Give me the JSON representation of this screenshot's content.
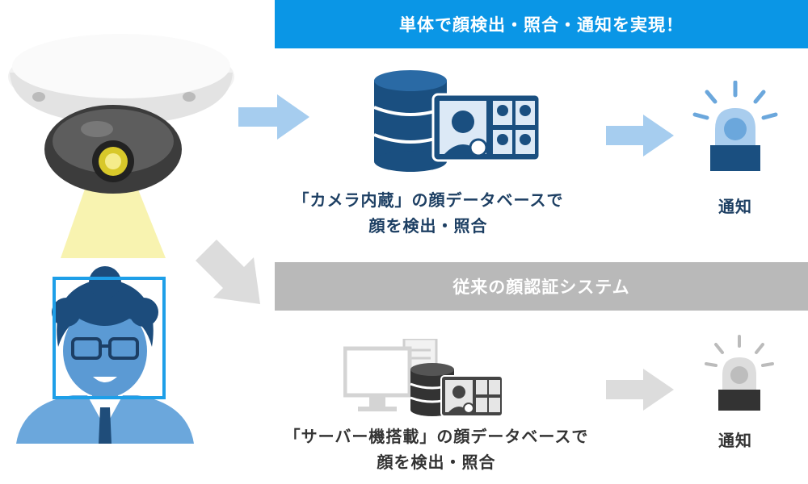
{
  "top": {
    "banner": "単体で顔検出・照合・通知を実現！",
    "caption_line1": "「カメラ内蔵」の顔データベースで",
    "caption_line2": "顔を検出・照合",
    "notify_label": "通知"
  },
  "bottom": {
    "banner": "従来の顔認証システム",
    "caption_line1": "「サーバー機搭載」の顔データベースで",
    "caption_line2": "顔を検出・照合",
    "notify_label": "通知"
  },
  "colors": {
    "top_banner": "#0a96e6",
    "bottom_banner": "#b9b9b9",
    "top_text": "#1d3f63",
    "bottom_text": "#333333",
    "arrow_top": "#a6cdef",
    "arrow_bottom": "#dcdcdc",
    "face_frame": "#1e9fe8",
    "db_blue": "#1a4f80",
    "db_dark": "#333333"
  },
  "icons": {
    "camera": "dome-camera-icon",
    "person": "person-face-icon",
    "face_frame": "face-detection-frame-icon",
    "database": "database-icon",
    "photo_card": "face-photo-card-icon",
    "alarm": "alarm-light-icon",
    "computer": "computer-monitor-icon",
    "arrow": "arrow-right-icon"
  }
}
